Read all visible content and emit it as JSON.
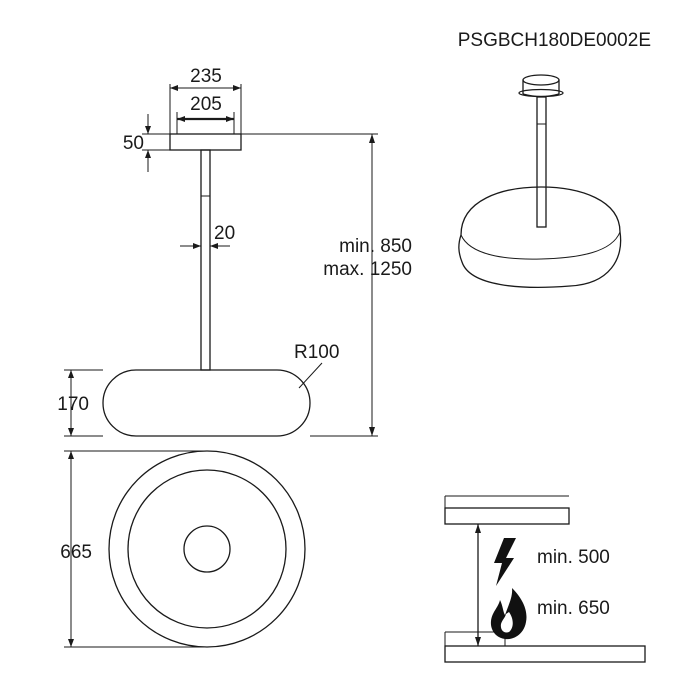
{
  "model_code": "PSGBCH180DE0002E",
  "dimensions": {
    "mount_width_outer": "235",
    "mount_width_inner": "205",
    "mount_height": "50",
    "rod_diameter": "20",
    "hang_height_min": "min. 850",
    "hang_height_max": "max. 1250",
    "edge_radius": "R100",
    "body_height": "170",
    "body_diameter": "665"
  },
  "clearance": {
    "electric_hob": "min. 500",
    "gas_hob": "min. 650"
  },
  "icons": [
    "lightning-icon",
    "flame-icon"
  ]
}
